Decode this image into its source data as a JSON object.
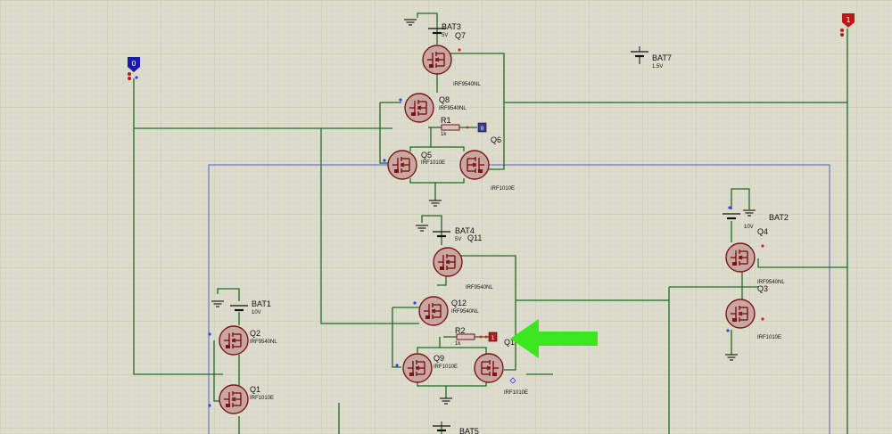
{
  "components": {
    "BAT3": {
      "name": "BAT3",
      "value": "5V"
    },
    "Q7": {
      "name": "Q7"
    },
    "Q8": {
      "name": "Q8",
      "part": "IRF9540NL"
    },
    "Q7_part": {
      "part": "IRF9540NL"
    },
    "R1": {
      "name": "R1",
      "value": "1k"
    },
    "Q5": {
      "name": "Q5",
      "part": "IRF1010E"
    },
    "Q6": {
      "name": "Q6",
      "part": "IRF1010E"
    },
    "BAT7": {
      "name": "BAT7",
      "value": "1.5V"
    },
    "BAT4": {
      "name": "BAT4",
      "value": "5V"
    },
    "Q11": {
      "name": "Q11",
      "part": "IRF9540NL"
    },
    "Q12": {
      "name": "Q12",
      "part": "IRF9540NL"
    },
    "R2": {
      "name": "R2",
      "value": "1k"
    },
    "Q10": {
      "name": "Q1"
    },
    "Q9": {
      "name": "Q9",
      "part": "IRF1010E"
    },
    "Q10_part": {
      "part": "IRF1010E"
    },
    "BAT5": {
      "name": "BAT5"
    },
    "BAT1": {
      "name": "BAT1",
      "value": "10V"
    },
    "Q2": {
      "name": "Q2",
      "part": "IRF9540NL"
    },
    "Q1": {
      "name": "Q1",
      "part": "IRF1010E"
    },
    "BAT2": {
      "name": "BAT2",
      "value": "10V"
    },
    "Q4": {
      "name": "Q4",
      "part": "IRF9540NL"
    },
    "Q3": {
      "name": "Q3",
      "part": "IRF1010E"
    }
  },
  "terminals": {
    "left": {
      "label": "0",
      "color": "#1a1aa8"
    },
    "right": {
      "label": "1",
      "color": "#c01818"
    }
  },
  "probes": {
    "r1_probe": {
      "label": "0",
      "color": "#2a2a9a"
    },
    "r2_probe": {
      "label": "1",
      "color": "#c01818"
    }
  },
  "colors": {
    "background": "#dcdccc",
    "grid_minor": "#cfcfbd",
    "grid_major": "#c4c4b0",
    "wire": "#1f6b1f",
    "wire_blue": "#5a5ad0",
    "component": "#7a1414",
    "arrow": "#3ce61e"
  },
  "annotation": {
    "arrow": "green-arrow pointing left at R2 output"
  }
}
